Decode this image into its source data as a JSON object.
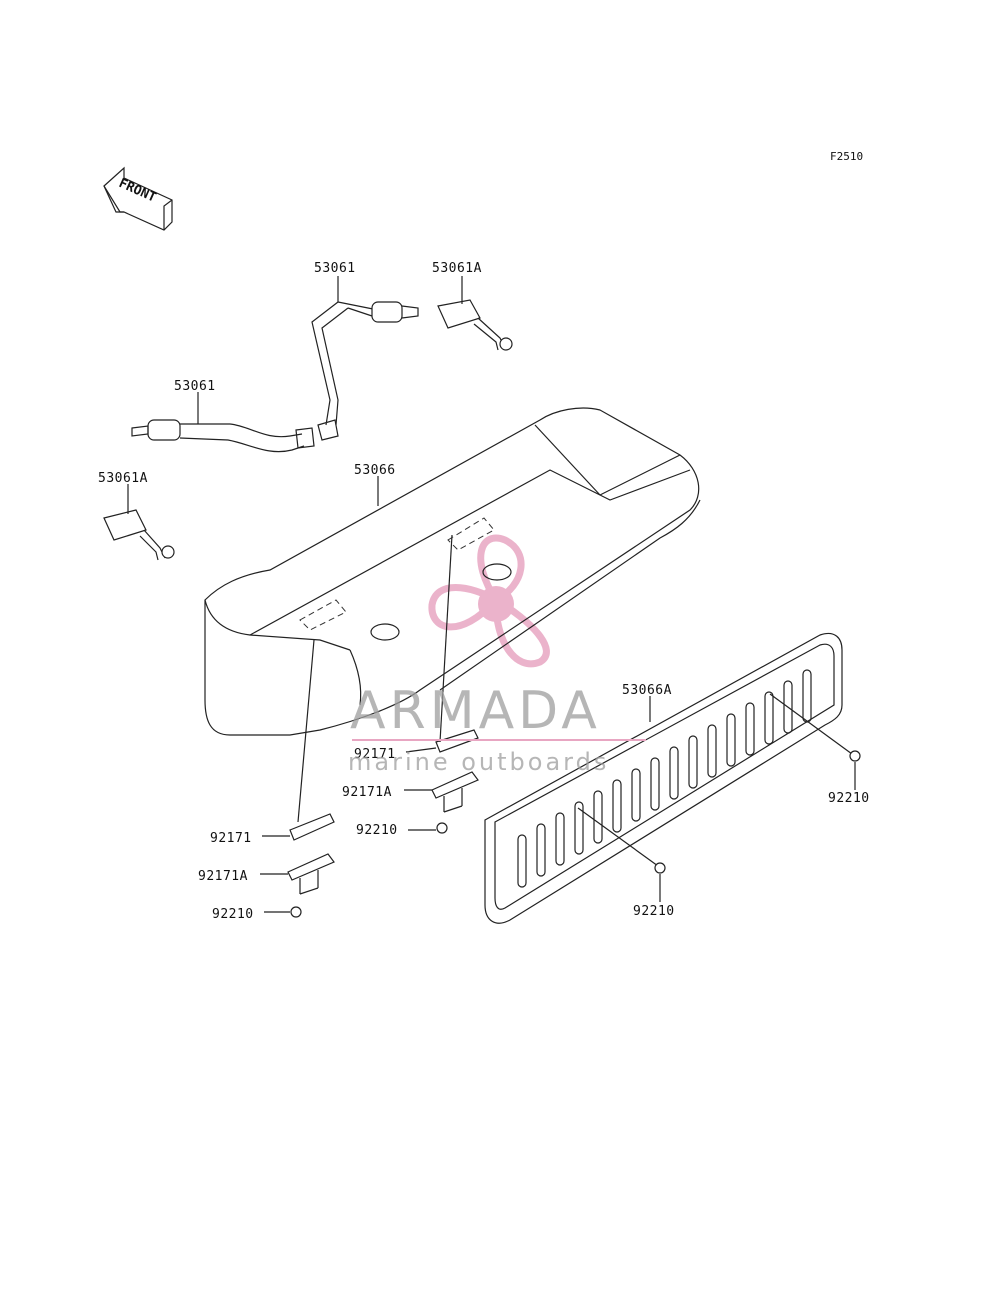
{
  "figure_code": "F2510",
  "front_indicator": "FRONT",
  "watermark": {
    "title": "ARMADA",
    "subtitle": "marine outboards",
    "accent_color": "#e8a6c2"
  },
  "labels": {
    "belt_upper": "53061",
    "belt_left": "53061",
    "buckle_upper": "53061A",
    "buckle_left": "53061A",
    "seat": "53066",
    "back_panel": "53066A",
    "bracket_center": "92171",
    "bracket_center_a": "92171A",
    "nut_center": "92210",
    "bracket_left": "92171",
    "bracket_left_a": "92171A",
    "nut_left": "92210",
    "nut_right_top": "92210",
    "nut_right_bottom": "92210"
  }
}
